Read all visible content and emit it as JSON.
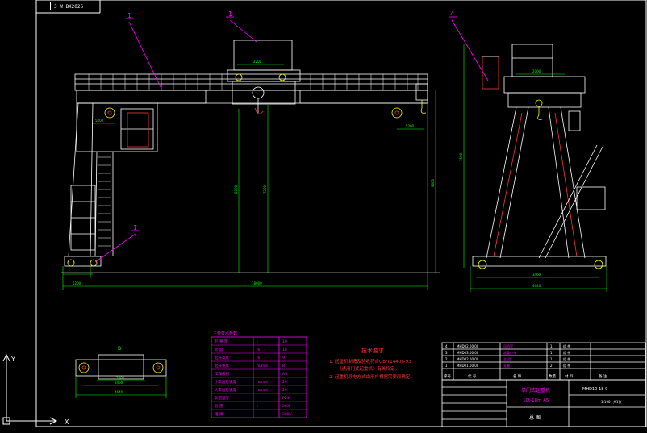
{
  "header_tag": "3 W BX2026",
  "leader_labels": {
    "main": "1",
    "trolley": "1",
    "side": "4",
    "leg": "1"
  },
  "dimensions": {
    "trolley_gauge": "2200",
    "left_cantilever": "5200",
    "right_cantilever": "5200",
    "height_a": "6000",
    "height_b": "7200",
    "height_c": "9600",
    "base_left": "5200",
    "span_total": "18000",
    "side_gauge": "2000",
    "side_height": "7500",
    "side_base_a": "3460",
    "side_base_b": "4640",
    "bottom_a": "1600",
    "bottom_b": "3460",
    "bottom_c": "4640"
  },
  "detail_label": "B",
  "tech_notes": {
    "title": "技术要求",
    "lines": [
      "1. 起重机制造及验收符合GB/T14406-93",
      "《通用门式起重机》有关规定。",
      "2. 起重机导电方式由用户根据需要而确定。"
    ]
  },
  "param_table": {
    "title": "主要技术参数",
    "rows": [
      [
        "起 重 量",
        "t",
        "10"
      ],
      [
        "跨   度",
        "m",
        "18"
      ],
      [
        "起升高度",
        "m",
        "9"
      ],
      [
        "起升速度",
        "m/min",
        "8"
      ],
      [
        "工作级别",
        "",
        "A5"
      ],
      [
        "小车运行速度",
        "m/min",
        "20"
      ],
      [
        "大车运行速度",
        "m/min",
        "20"
      ],
      [
        "轨道型号",
        "",
        "P24"
      ],
      [
        "总   重",
        "t",
        "28.5"
      ],
      [
        "电   源",
        "",
        "380V"
      ]
    ]
  },
  "bom_rows": [
    [
      "4",
      "MHD02.00.00",
      "司机室",
      "1",
      "组 件"
    ],
    [
      "3",
      "MHD03.00.00",
      "起重小车",
      "1",
      "组 件"
    ],
    [
      "2",
      "MHD02.00.00",
      "主 梁",
      "1",
      "组 件"
    ],
    [
      "1",
      "MHD01.00.00",
      "支腿",
      "2",
      "组 件"
    ]
  ],
  "bom_header": [
    "序号",
    "代 号",
    "名 称",
    "数量",
    "材 料",
    "备 注"
  ],
  "title_block": {
    "drawing_no": "MHD10-18-9",
    "name_line1": "单门式起重机",
    "name_line2": "10t-18m A5",
    "view": "总 图",
    "scale": "1:100",
    "sheet": "共1张"
  },
  "colors": {
    "structure": "#ffffff",
    "dimension": "#00ff00",
    "leader": "#ff00ff",
    "accent": "#ff3333",
    "hook": "#ffff00",
    "table": "#ff00ff",
    "border": "#ffffff"
  }
}
